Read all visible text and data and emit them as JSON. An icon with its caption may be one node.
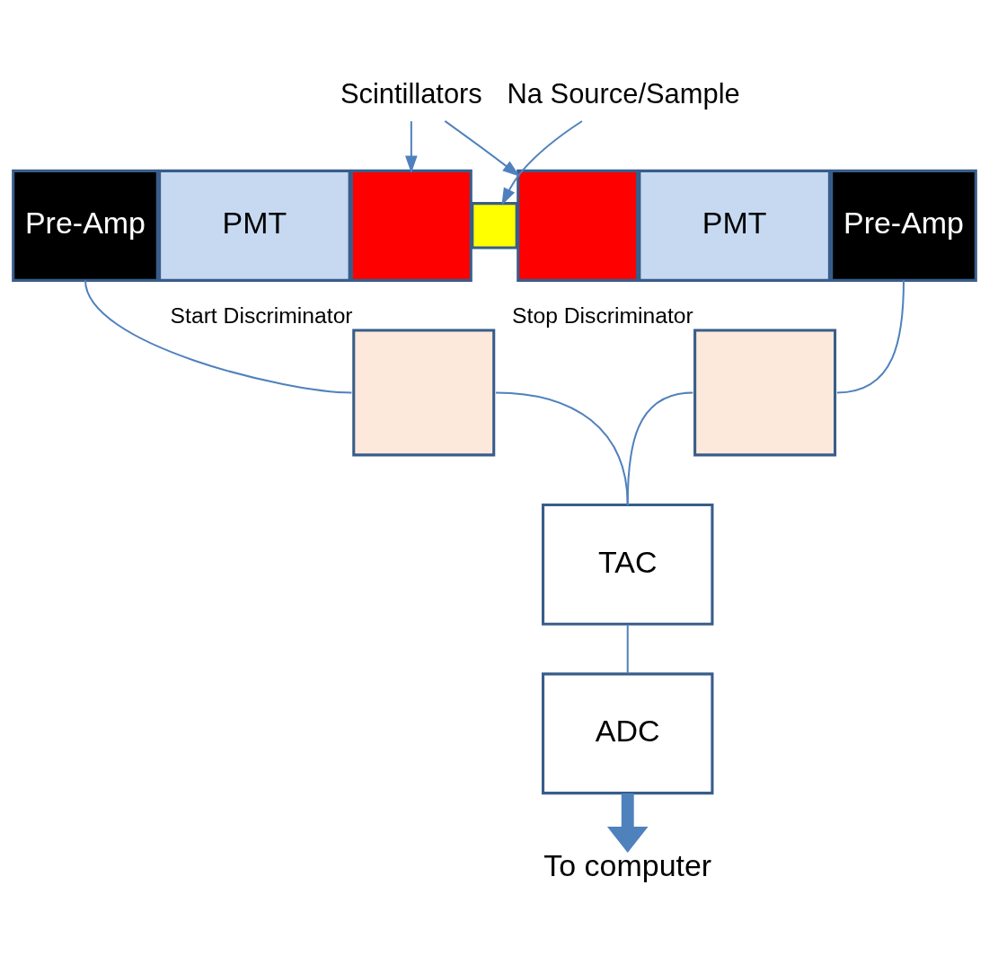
{
  "diagram": {
    "nodes": [
      {
        "text": [
          "Pre-Amp"
        ]
      },
      {
        "text": [
          "PMT"
        ]
      },
      {
        "text": [],
        "shape": "box"
      },
      {
        "text": [],
        "shape": "box"
      },
      {
        "text": [],
        "shape": "box"
      },
      {
        "text": [
          "PMT"
        ]
      },
      {
        "text": [
          "Pre-Amp"
        ]
      },
      {
        "text": [
          "Scintillators"
        ]
      },
      {
        "text": [
          "Na Source/Sample"
        ]
      },
      {
        "text": [],
        "shape": "box",
        "beside": [
          "Start Discriminator"
        ]
      },
      {
        "text": [],
        "shape": "box",
        "beside": [
          "Stop Discriminator"
        ]
      },
      {
        "text": [
          "TAC"
        ]
      },
      {
        "text": [
          "ADC"
        ]
      },
      {
        "text": [
          "To computer"
        ]
      }
    ],
    "edges": [
      {
        "from": 7,
        "to": 2,
        "arrow": "to"
      },
      {
        "from": 7,
        "to": 4,
        "arrow": "to"
      },
      {
        "from": 8,
        "to": 3,
        "arrow": "to"
      },
      {
        "from": 0,
        "to": 9,
        "arrow": "none"
      },
      {
        "from": 6,
        "to": 10,
        "arrow": "none"
      },
      {
        "from": 9,
        "to": 11,
        "arrow": "none"
      },
      {
        "from": 10,
        "to": 11,
        "arrow": "none"
      },
      {
        "from": 11,
        "to": 12,
        "arrow": "none"
      },
      {
        "from": 12,
        "to": 13,
        "arrow": "to",
        "style": "thick"
      }
    ]
  }
}
